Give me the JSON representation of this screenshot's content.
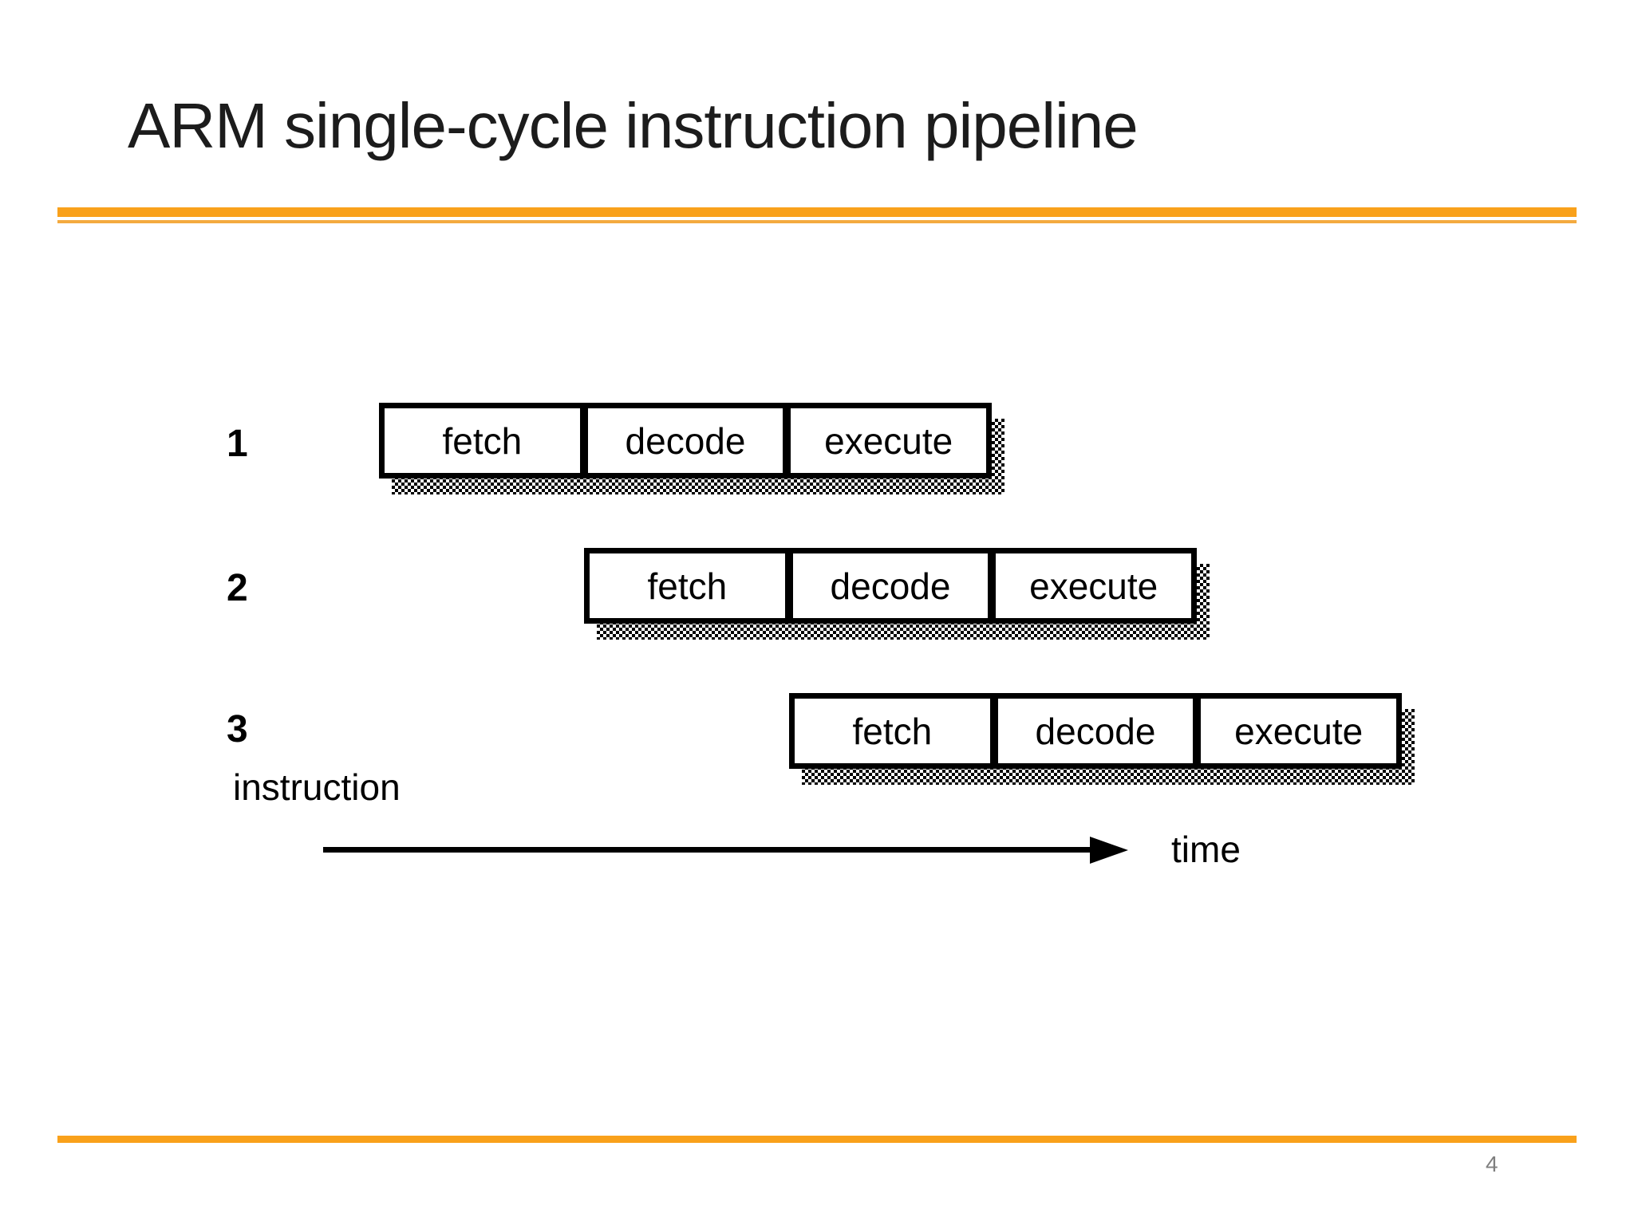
{
  "title": "ARM single-cycle instruction pipeline",
  "page_number": "4",
  "colors": {
    "accent": "#F9A11B",
    "accent_light": "#F4AA3F",
    "ink": "#000000",
    "page_num": "#7F7F7F"
  },
  "pipeline": {
    "rows": [
      {
        "label": "1",
        "stages": [
          "fetch",
          "decode",
          "execute"
        ]
      },
      {
        "label": "2",
        "stages": [
          "fetch",
          "decode",
          "execute"
        ]
      },
      {
        "label": "3",
        "stages": [
          "fetch",
          "decode",
          "execute"
        ]
      }
    ],
    "y_axis_label": "instruction",
    "x_axis_label": "time"
  }
}
